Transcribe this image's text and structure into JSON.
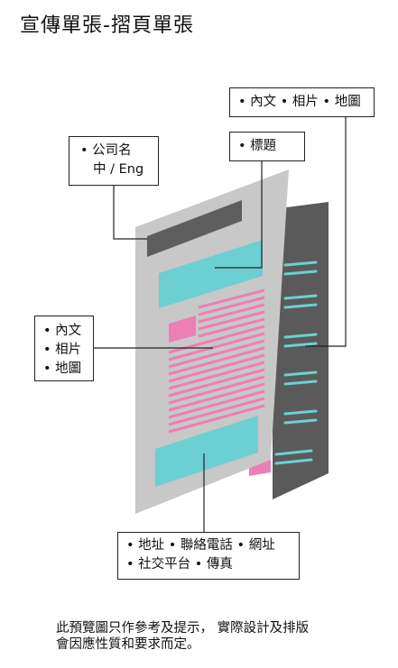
{
  "title": "宣傳單張-摺頁單張",
  "callouts": {
    "company": {
      "line1": "• 公司名",
      "line2": "中 / Eng"
    },
    "heading": {
      "text": "• 標題"
    },
    "top_right": {
      "text": "• 內文 • 相片 • 地圖"
    },
    "left": {
      "line1": "• 內文",
      "line2": "• 相片",
      "line3": "• 地圖"
    },
    "bottom": {
      "line1": "• 地址 • 聯絡電話 • 網址",
      "line2": "• 社交平台 • 傳真"
    }
  },
  "note": {
    "line1": "此預覽圖只作參考及提示， 實際設計及排版",
    "line2": "會因應性質和要求而定。"
  },
  "colors": {
    "back_page": "#5a5a5a",
    "front_page": "#c8c8c8",
    "header_bar": "#5e5e5e",
    "teal": "#6ccfd1",
    "pink": "#ec7fb3",
    "line": "#222222"
  }
}
